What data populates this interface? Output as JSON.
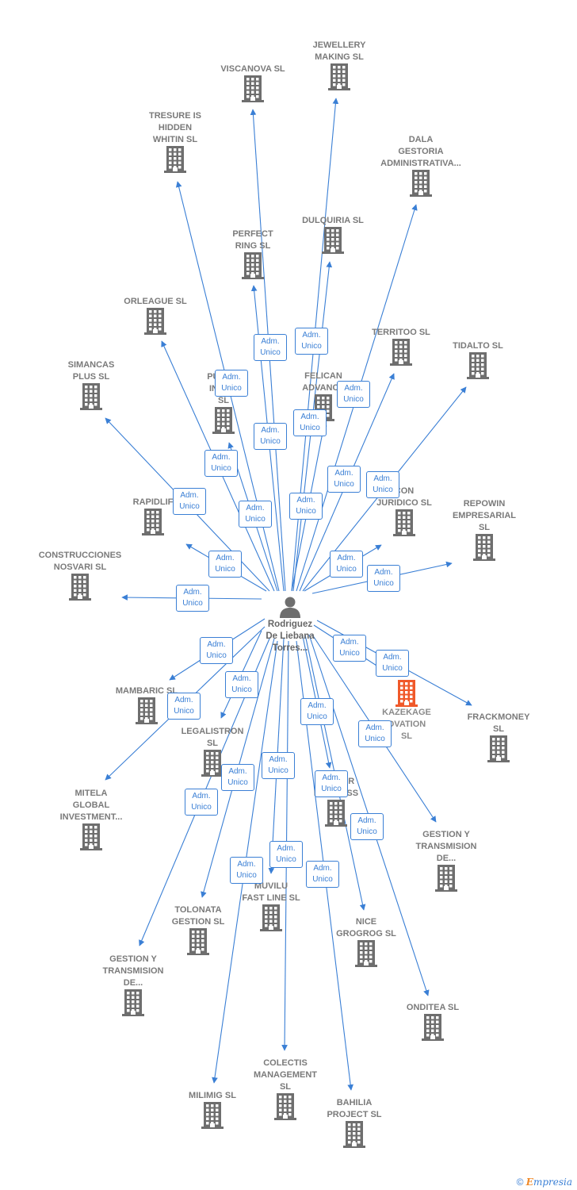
{
  "center": {
    "label": "Rodriguez\nDe Liebana\nTorres..."
  },
  "edge_label": "Adm.\nUnico",
  "colors": {
    "edge": "#3a7fd5",
    "building": "#6e6e6e",
    "focus": "#f0592a"
  },
  "nodes": [
    {
      "id": "jewellery",
      "label": "JEWELLERY\nMAKING  SL"
    },
    {
      "id": "viscanova",
      "label": "VISCANOVA  SL"
    },
    {
      "id": "tresure",
      "label": "TRESURE IS\nHIDDEN\nWHITIN  SL"
    },
    {
      "id": "dala",
      "label": "DALA\nGESTORIA\nADMINISTRATIVA..."
    },
    {
      "id": "dulquiria",
      "label": "DULQUIRIA  SL"
    },
    {
      "id": "perfect",
      "label": "PERFECT\nRING  SL"
    },
    {
      "id": "orleague",
      "label": "ORLEAGUE  SL"
    },
    {
      "id": "territoo",
      "label": "TERRITOO  SL"
    },
    {
      "id": "tidalto",
      "label": "TIDALTO  SL"
    },
    {
      "id": "simancas",
      "label": "SIMANCAS\nPLUS  SL"
    },
    {
      "id": "push",
      "label": "PUSH    N\nINVE        S\nSL"
    },
    {
      "id": "felican",
      "label": "FELICAN\nADVANCE"
    },
    {
      "id": "rapidlif",
      "label": "RAPIDLIF"
    },
    {
      "id": "juridico",
      "label": "    CON\nJURIDICO SL"
    },
    {
      "id": "repowin",
      "label": "REPOWIN\nEMPRESARIAL\nSL"
    },
    {
      "id": "nosvari",
      "label": "CONSTRUCCIONES\nNOSVARI SL"
    },
    {
      "id": "kazekage",
      "label": "KAZEKAGE\nOVATION\nSL",
      "focus": true
    },
    {
      "id": "frackmoney",
      "label": "FRACKMONEY\nSL"
    },
    {
      "id": "mambaric",
      "label": "MAMBARIC  SL"
    },
    {
      "id": "legalistron",
      "label": "LEGALISTRON\nSL"
    },
    {
      "id": "mitela",
      "label": "MITELA\nGLOBAL\nINVESTMENT..."
    },
    {
      "id": "keycar",
      "label": "KEYCAR\nBUSINESS"
    },
    {
      "id": "gestion1",
      "label": "GESTION Y\nTRANSMISION\nDE..."
    },
    {
      "id": "tolonata",
      "label": "TOLONATA\nGESTION  SL"
    },
    {
      "id": "muvilu",
      "label": "MUVILU\nFAST LINE  SL"
    },
    {
      "id": "nice",
      "label": "NICE\nGROGROG  SL"
    },
    {
      "id": "gestion2",
      "label": "GESTION Y\nTRANSMISION\nDE..."
    },
    {
      "id": "onditea",
      "label": "ONDITEA  SL"
    },
    {
      "id": "colectis",
      "label": "COLECTIS\nMANAGEMENT\nSL"
    },
    {
      "id": "milimig",
      "label": "MILIMIG  SL"
    },
    {
      "id": "bahilia",
      "label": "BAHILIA\nPROJECT  SL"
    }
  ],
  "footer": {
    "symbol": "©",
    "brand_e": "E",
    "brand_rest": "mpresia"
  }
}
